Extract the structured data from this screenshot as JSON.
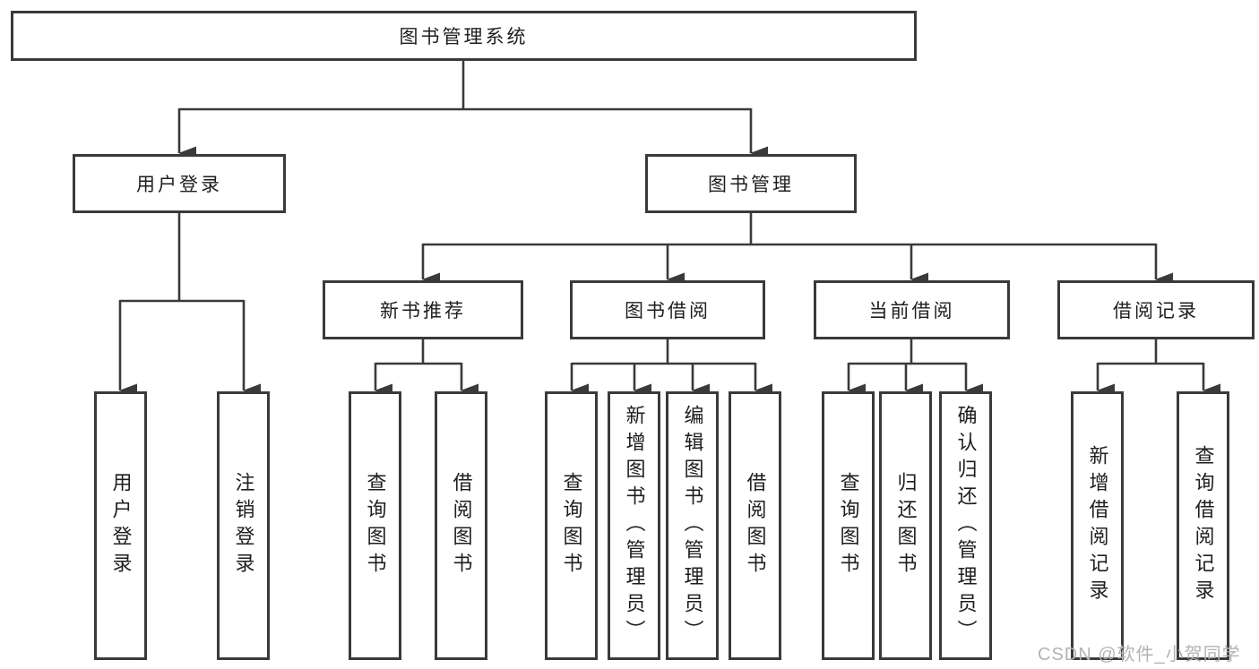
{
  "tree": {
    "root": {
      "label": "图书管理系统"
    },
    "level2": [
      {
        "label": "用户登录",
        "parent": "图书管理系统"
      },
      {
        "label": "图书管理",
        "parent": "图书管理系统"
      }
    ],
    "level3": [
      {
        "label": "新书推荐",
        "parent": "图书管理"
      },
      {
        "label": "图书借阅",
        "parent": "图书管理"
      },
      {
        "label": "当前借阅",
        "parent": "图书管理"
      },
      {
        "label": "借阅记录",
        "parent": "图书管理"
      }
    ],
    "leaves": [
      {
        "label": "用户登录",
        "parent": "用户登录"
      },
      {
        "label": "注销登录",
        "parent": "用户登录"
      },
      {
        "label": "查询图书",
        "parent": "新书推荐"
      },
      {
        "label": "借阅图书",
        "parent": "新书推荐"
      },
      {
        "label": "查询图书",
        "parent": "图书借阅"
      },
      {
        "label": "新增图书（管理员）",
        "parent": "图书借阅"
      },
      {
        "label": "编辑图书（管理员）",
        "parent": "图书借阅"
      },
      {
        "label": "借阅图书",
        "parent": "图书借阅"
      },
      {
        "label": "查询图书",
        "parent": "当前借阅"
      },
      {
        "label": "归还图书",
        "parent": "当前借阅"
      },
      {
        "label": "确认归还（管理员）",
        "parent": "当前借阅"
      },
      {
        "label": "新增借阅记录",
        "parent": "借阅记录"
      },
      {
        "label": "查询借阅记录",
        "parent": "借阅记录"
      }
    ]
  },
  "watermark": {
    "text": "CSDN @软件_小贺同学"
  },
  "colors": {
    "line": "#3a3a3a",
    "border": "#3a3a3a",
    "text": "#1e1e1e",
    "watermark": "#b3b3b3",
    "background": "#ffffff"
  }
}
